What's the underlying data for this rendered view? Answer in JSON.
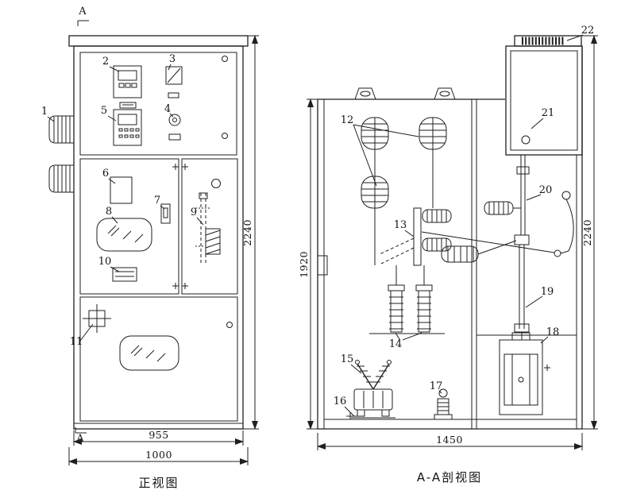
{
  "front_view": {
    "caption": "正视图",
    "marker_top": "A",
    "marker_bottom": "A",
    "dim_height": "2240",
    "dim_width_inner": "955",
    "dim_width_outer": "1000"
  },
  "section_view": {
    "caption": "A-A剖视图",
    "dim_height_left": "1920",
    "dim_height_right": "2240",
    "dim_width_bottom": "1450"
  },
  "callouts": {
    "1": "1",
    "2": "2",
    "3": "3",
    "4": "4",
    "5": "5",
    "6": "6",
    "7": "7",
    "8": "8",
    "9": "9",
    "10": "10",
    "11": "11",
    "12": "12",
    "13": "13",
    "14": "14",
    "15": "15",
    "16": "16",
    "17": "17",
    "18": "18",
    "19": "19",
    "20": "20",
    "21": "21",
    "22": "22"
  }
}
